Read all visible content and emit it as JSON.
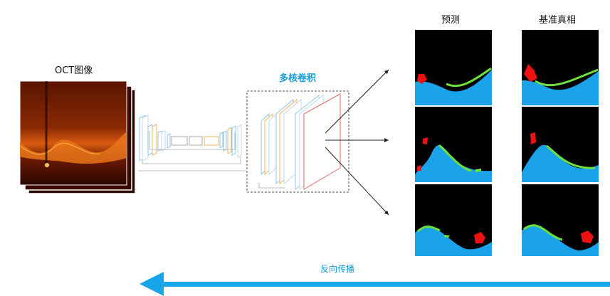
{
  "labels": {
    "oct_image": "OCT图像",
    "multi_kernel_conv": "多核卷积",
    "prediction": "预测",
    "ground_truth": "基准真相",
    "backprop": "反向传播"
  },
  "colors": {
    "background_seg": "#000000",
    "fluid": "#1aa3e8",
    "green_layer": "#6ee03a",
    "red_lesion": "#ee1111",
    "arrow_blue": "#18a6ea",
    "title_blue": "#1a9ad6",
    "oct_dark": "#3a0a00",
    "oct_bright": "#e06010"
  }
}
